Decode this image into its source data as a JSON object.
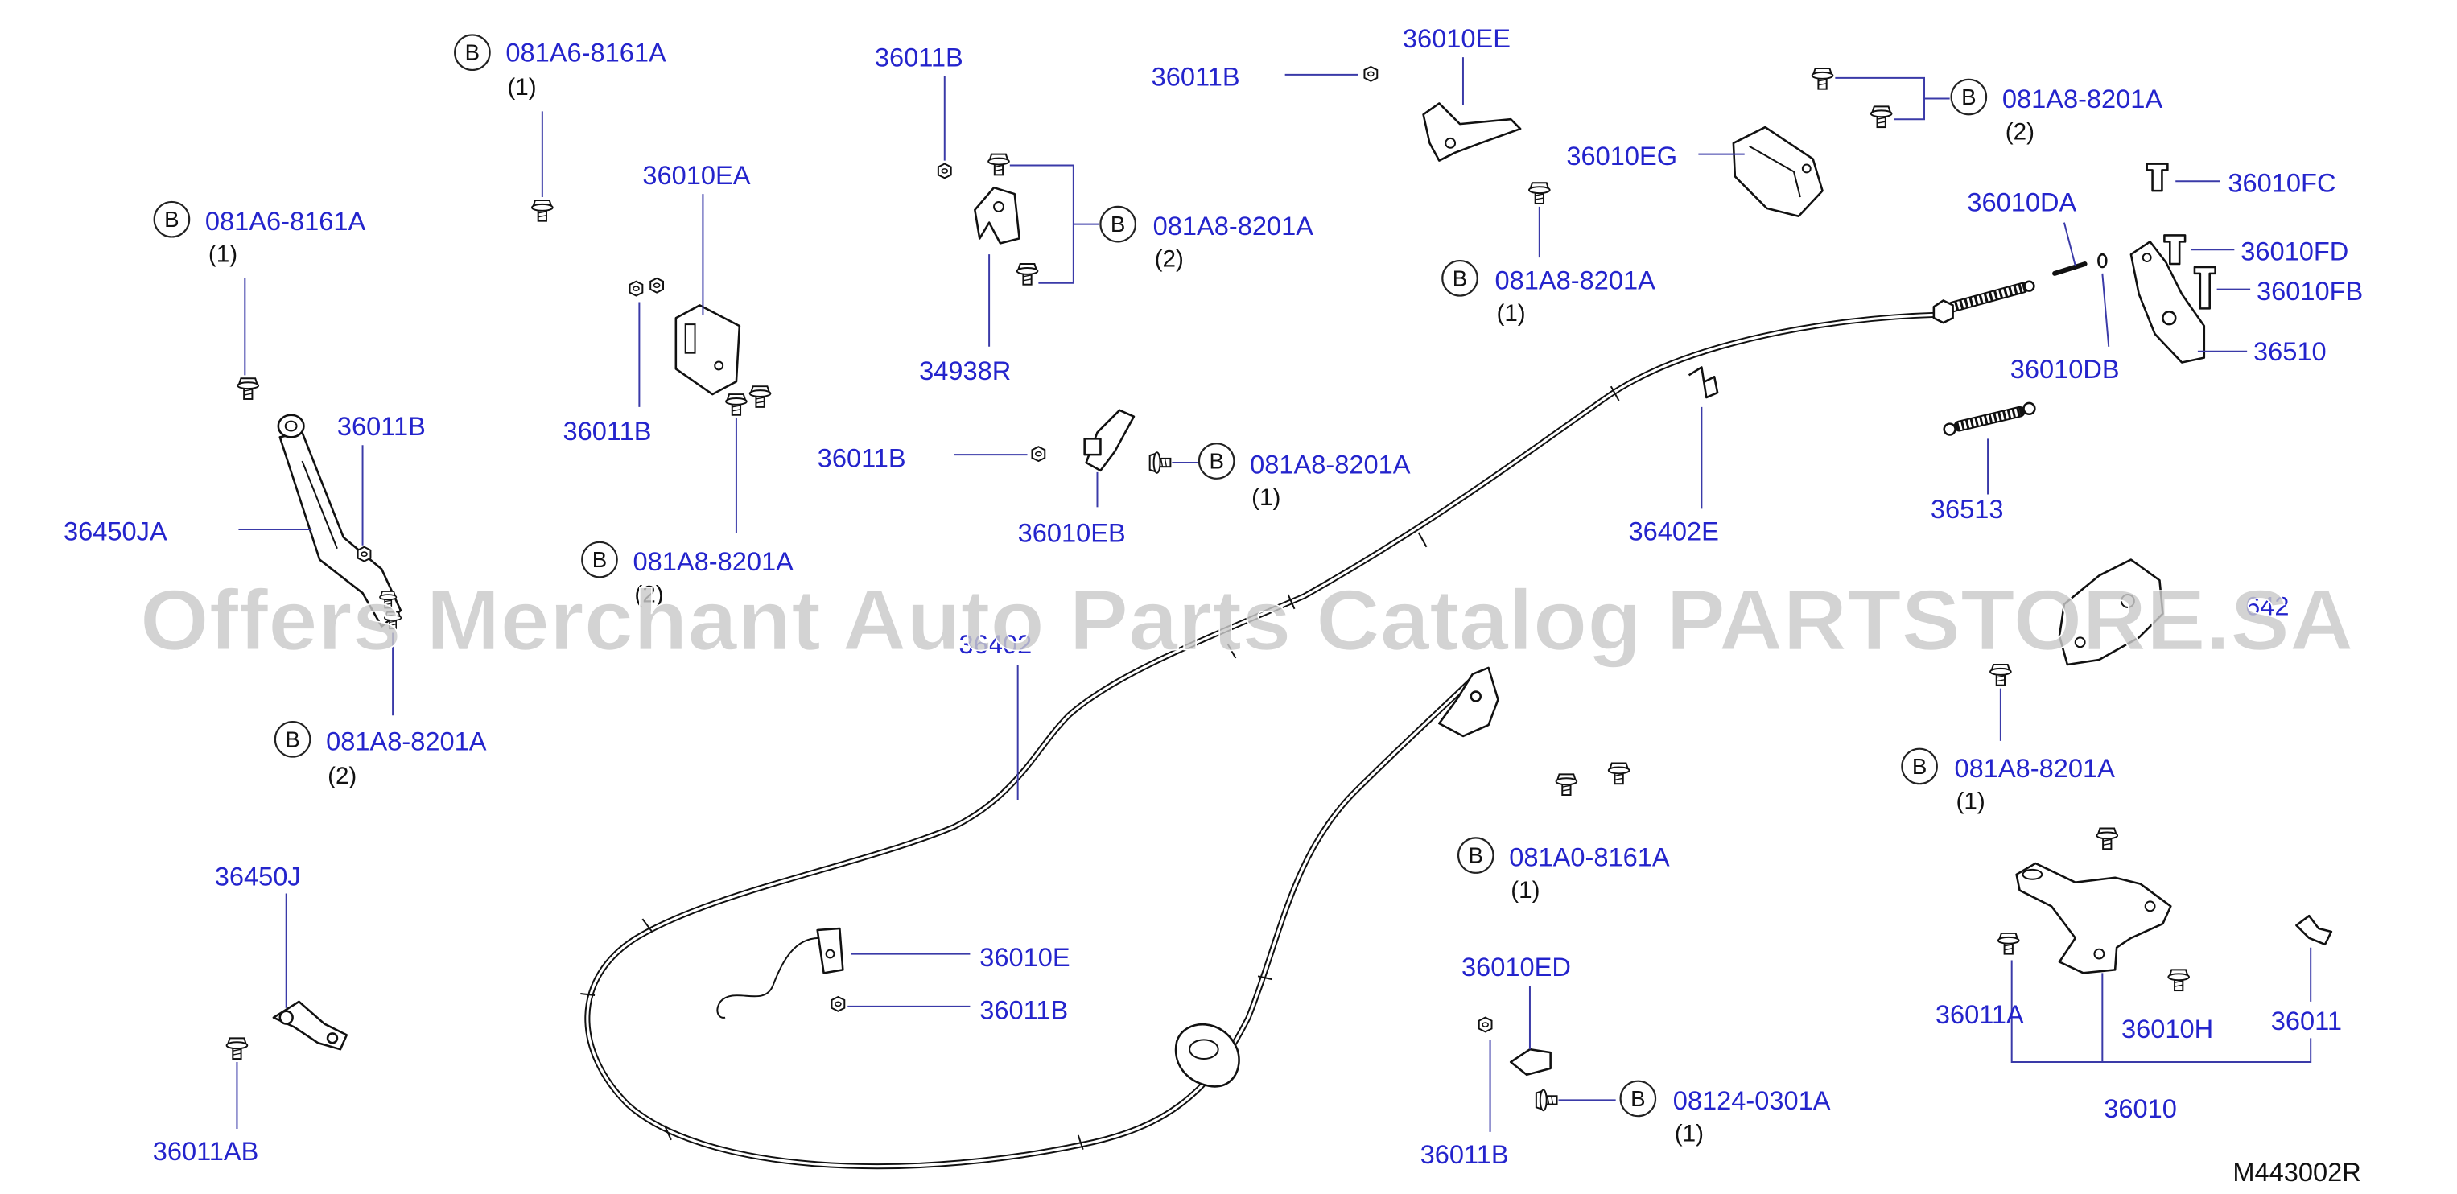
{
  "figure_code": "M443002R",
  "watermark": "Offers Merchant Auto Parts Catalog PARTSTORE.SA",
  "colors": {
    "label": "#2424cc",
    "leader": "#3a3aa8",
    "watermark": "#c9c9c9"
  },
  "icons": {
    "bolt": "hex-bolt-icon",
    "nut": "hex-nut-icon",
    "callout_symbol": "circled-b-icon"
  },
  "callouts": [
    {
      "symbol": "B",
      "part": "081A6-8161A",
      "qty": "(1)"
    },
    {
      "symbol": "B",
      "part": "081A6-8161A",
      "qty": "(1)"
    },
    {
      "symbol": "B",
      "part": "081A8-8201A",
      "qty": "(2)"
    },
    {
      "symbol": "B",
      "part": "081A8-8201A",
      "qty": "(2)"
    },
    {
      "symbol": "B",
      "part": "081A8-8201A",
      "qty": "(2)"
    },
    {
      "symbol": "B",
      "part": "081A8-8201A",
      "qty": "(1)"
    },
    {
      "symbol": "B",
      "part": "081A8-8201A",
      "qty": "(1)"
    },
    {
      "symbol": "B",
      "part": "081A8-8201A",
      "qty": "(2)"
    },
    {
      "symbol": "B",
      "part": "081A8-8201A",
      "qty": "(1)"
    },
    {
      "symbol": "B",
      "part": "081A0-8161A",
      "qty": "(1)"
    },
    {
      "symbol": "B",
      "part": "08124-0301A",
      "qty": "(1)"
    }
  ],
  "labels": [
    "36011B",
    "36450JA",
    "36450J",
    "36011AB",
    "36010EA",
    "36011B",
    "36011B",
    "34938R",
    "36011B",
    "36010EB",
    "36011B",
    "36010EE",
    "36010EG",
    "36010FC",
    "36010FD",
    "36010FB",
    "36010DA",
    "36010DB",
    "36510",
    "36513",
    "36402E",
    "642",
    "36402",
    "36010E",
    "36011B",
    "36010ED",
    "36011B",
    "36011A",
    "36010H",
    "36011",
    "36010"
  ]
}
